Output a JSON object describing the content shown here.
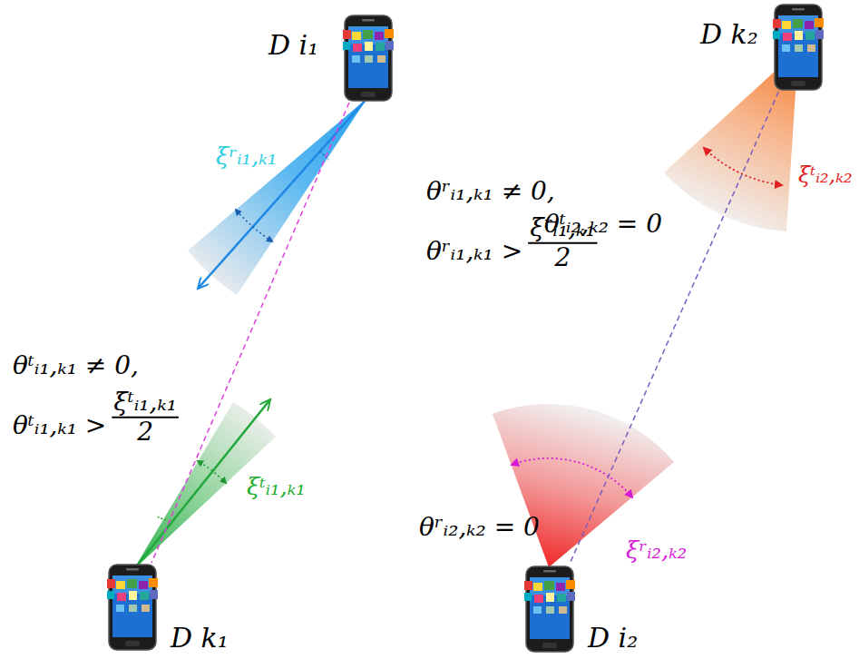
{
  "diagram": {
    "nodes": [
      {
        "text": [
          "D i₁"
        ]
      },
      {
        "text": [
          "D k₂"
        ]
      },
      {
        "text": [
          "D k₁"
        ]
      },
      {
        "text": [
          "D i₂"
        ]
      }
    ],
    "edges": [
      {
        "from": 0,
        "to": 2,
        "arrow": "none"
      },
      {
        "from": 1,
        "to": 3,
        "arrow": "none"
      }
    ],
    "labels": [
      "ξʳᵢ₁,ₖ₁",
      "θʳᵢ₁,ₖ₁ ≠ 0,",
      "θʳᵢ₁,ₖ₁ >",
      "ξʳᵢ₁,ₖ₁",
      "2",
      "θᵗᵢ₂,ₖ₂ = 0",
      "ξᵗᵢ₂,ₖ₂",
      "θᵗᵢ₁,ₖ₁ ≠ 0,",
      "θᵗᵢ₁,ₖ₁ >",
      "ξᵗᵢ₁,ₖ₁",
      "2",
      "ξᵗᵢ₁,ₖ₁",
      "θʳᵢ₂,ₖ₂ = 0",
      "ξʳᵢ₂,ₖ₂"
    ]
  }
}
